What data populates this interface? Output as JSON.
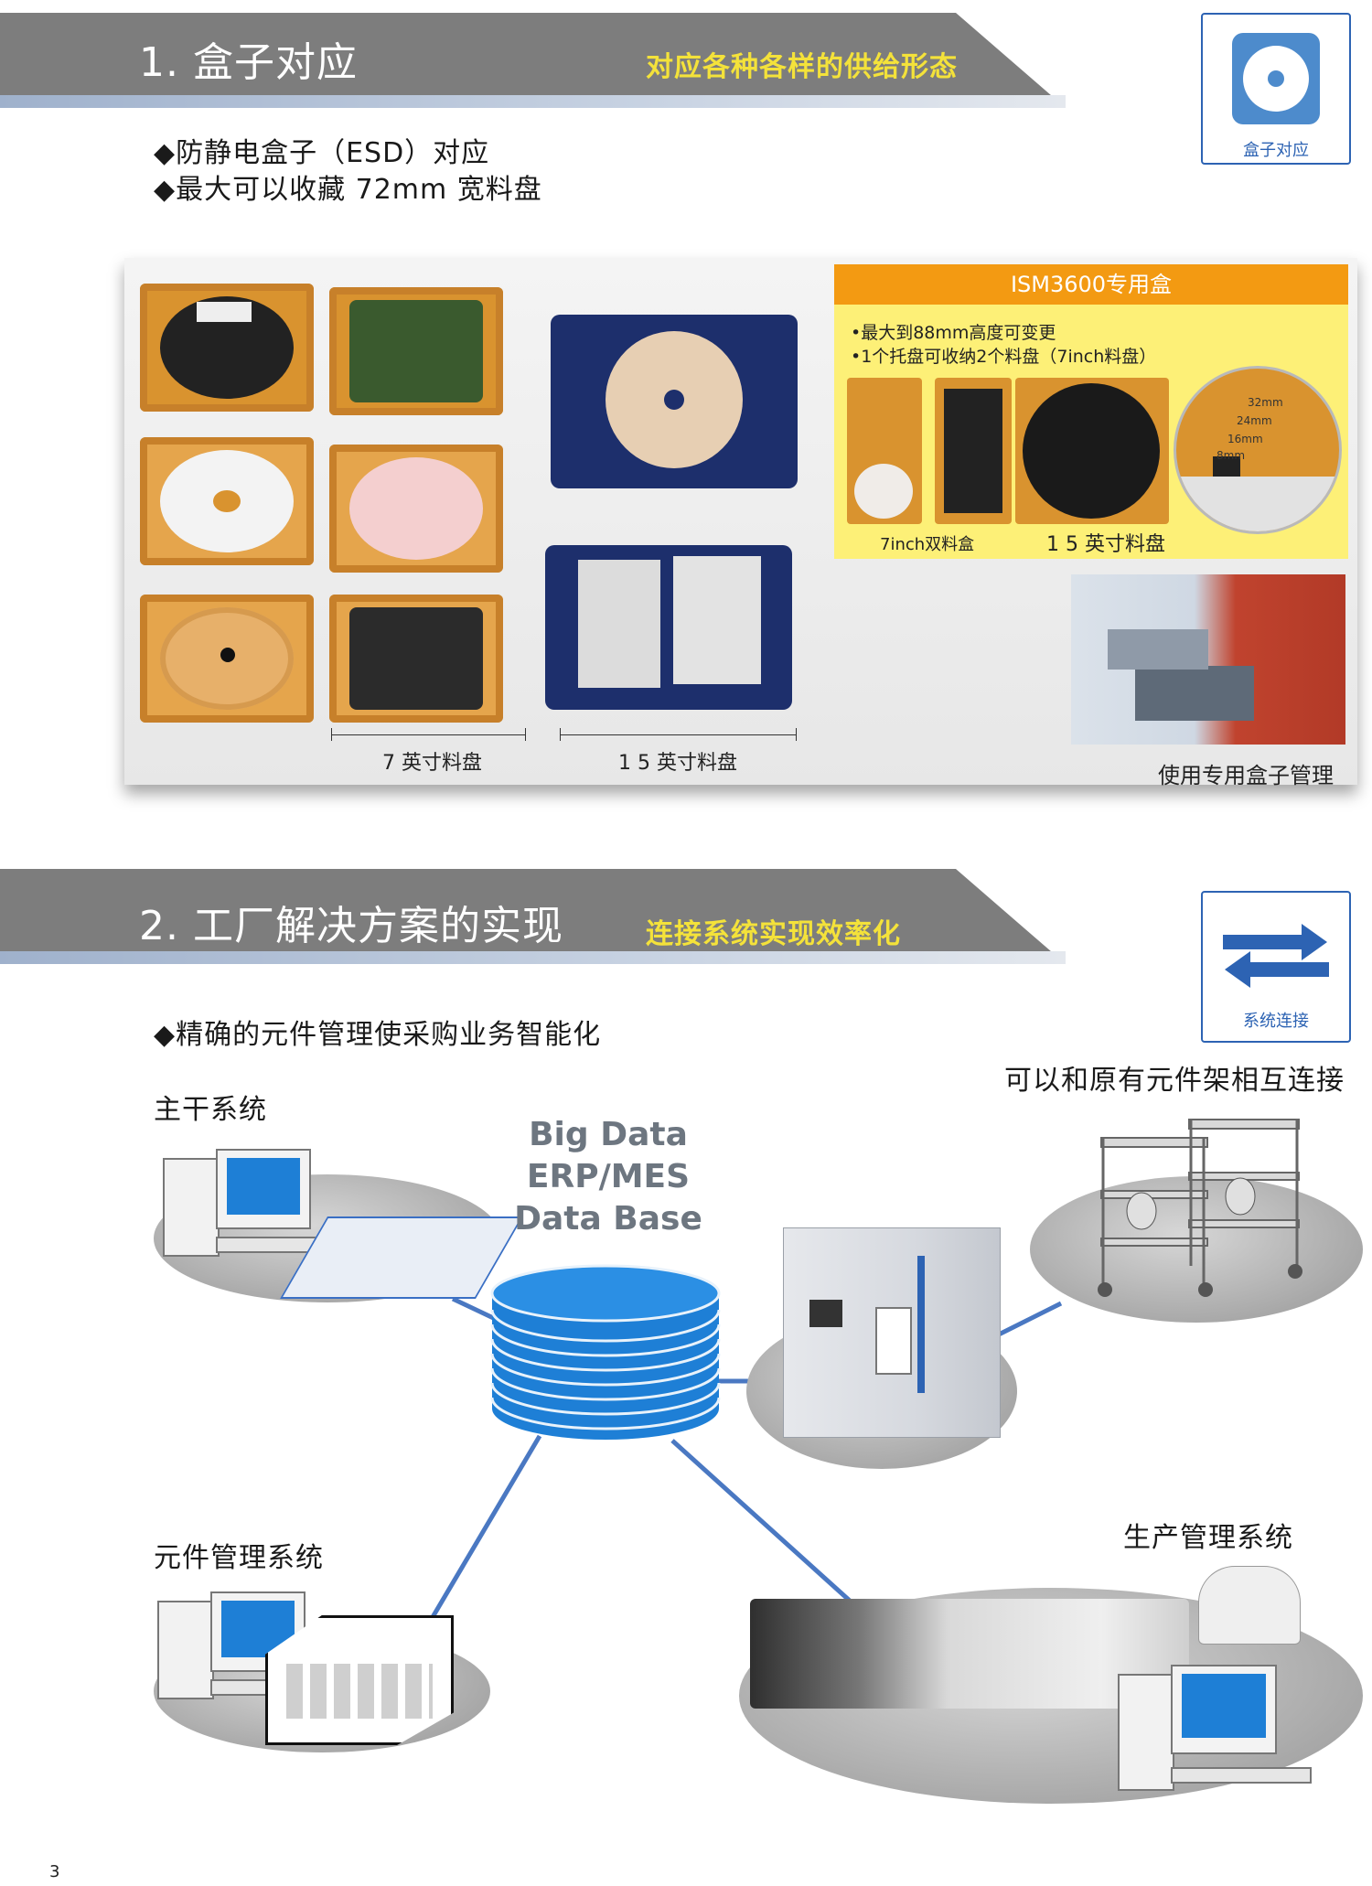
{
  "section1": {
    "number_title": "1. 盒子对应",
    "subtitle": "对应各种各样的供给形态",
    "bullets": [
      "◆防静电盒子（ESD）对应",
      "◆最大可以收藏 72mm 宽料盘"
    ],
    "badge_label": "盒子对应",
    "scale_labels": [
      "7 英寸料盘",
      "1 5 英寸料盘"
    ],
    "ism_box": {
      "title": "ISM3600专用盒",
      "lines": [
        "•最大到88mm高度可变更",
        "•1个托盘可收纳2个料盘（7inch料盘）"
      ],
      "captions": [
        "7inch双料盒",
        "1 5 英寸料盘"
      ],
      "dimensions": [
        "32mm",
        "24mm",
        "16mm",
        "8mm"
      ]
    },
    "storage_caption": "使用专用盒子管理"
  },
  "section2": {
    "number_title": "2. 工厂解决方案的实现",
    "subtitle": "连接系统实现效率化",
    "bullet": "◆精确的元件管理使采购业务智能化",
    "badge_label": "系统连接",
    "nodes": {
      "backbone": "主干系统",
      "shelf_link": "可以和原有元件架相互连接",
      "component_mgmt": "元件管理系统",
      "production_mgmt": "生产管理系统"
    },
    "database_lines": [
      "Big Data",
      "ERP/MES",
      "Data Base"
    ]
  },
  "page_number": "3",
  "colors": {
    "banner_gray": "#7d7d7d",
    "subtitle_yellow": "#f4e23a",
    "accent_blue": "#2d63b3",
    "ism_orange": "#f39a12",
    "ism_yellow": "#fdf077",
    "db_blue": "#1e7fd6"
  }
}
